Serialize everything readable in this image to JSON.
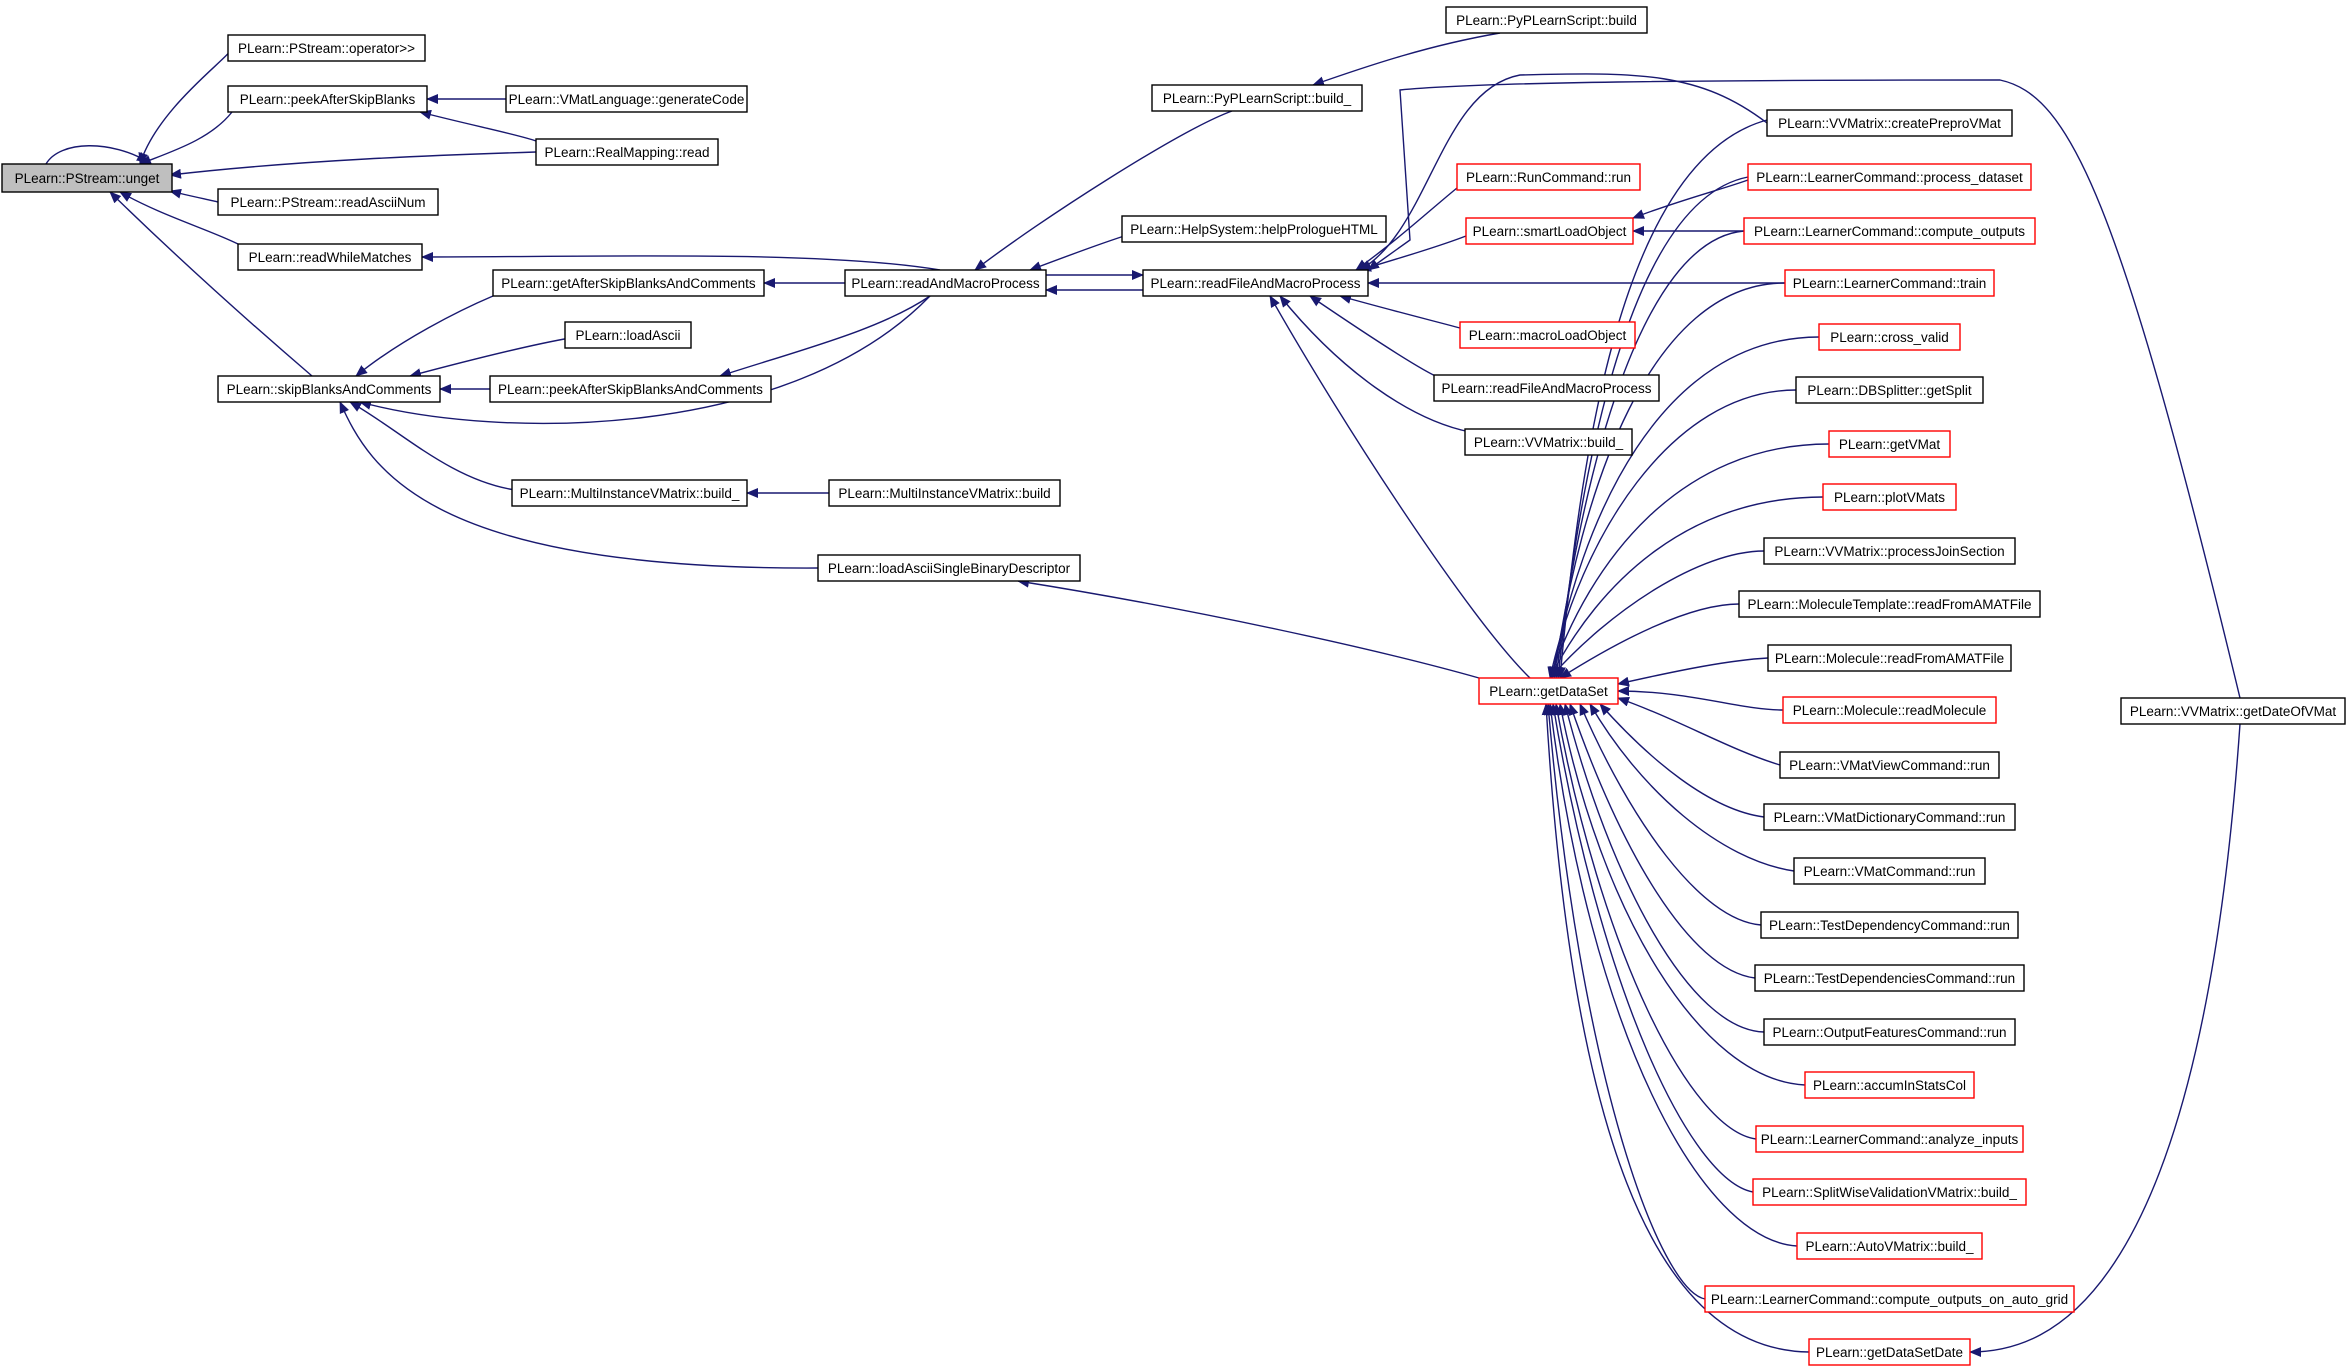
{
  "colors": {
    "edge": "#191970",
    "border": "#000000",
    "border_truncated": "#ff0000",
    "root_fill": "#bfbfbf",
    "background": "#ffffff"
  },
  "nodes": [
    {
      "id": "unget",
      "label": "PLearn::PStream::unget",
      "border": "black",
      "root": true
    },
    {
      "id": "opshift",
      "label": "PLearn::PStream::operator>>",
      "border": "black"
    },
    {
      "id": "peekASB",
      "label": "PLearn::peekAfterSkipBlanks",
      "border": "black"
    },
    {
      "id": "vmatlang",
      "label": "PLearn::VMatLanguage::generateCode",
      "border": "black"
    },
    {
      "id": "realmap",
      "label": "PLearn::RealMapping::read",
      "border": "black"
    },
    {
      "id": "readascii",
      "label": "PLearn::PStream::readAsciiNum",
      "border": "black"
    },
    {
      "id": "readwhile",
      "label": "PLearn::readWhileMatches",
      "border": "black"
    },
    {
      "id": "skipbc",
      "label": "PLearn::skipBlanksAndComments",
      "border": "black"
    },
    {
      "id": "getASBC",
      "label": "PLearn::getAfterSkipBlanksAndComments",
      "border": "black"
    },
    {
      "id": "loadascii",
      "label": "PLearn::loadAscii",
      "border": "black"
    },
    {
      "id": "peekASBC",
      "label": "PLearn::peekAfterSkipBlanksAndComments",
      "border": "black"
    },
    {
      "id": "mivbuild_",
      "label": "PLearn::MultiInstanceVMatrix::build_",
      "border": "black"
    },
    {
      "id": "mivbuild",
      "label": "PLearn::MultiInstanceVMatrix::build",
      "border": "black"
    },
    {
      "id": "loadbin",
      "label": "PLearn::loadAsciiSingleBinaryDescriptor",
      "border": "black"
    },
    {
      "id": "readmacro",
      "label": "PLearn::readAndMacroProcess",
      "border": "black"
    },
    {
      "id": "pyscript_",
      "label": "PLearn::PyPLearnScript::build_",
      "border": "black"
    },
    {
      "id": "pyscript",
      "label": "PLearn::PyPLearnScript::build",
      "border": "black"
    },
    {
      "id": "helpsys",
      "label": "PLearn::HelpSystem::helpPrologueHTML",
      "border": "black"
    },
    {
      "id": "readfilemacro",
      "label": "PLearn::readFileAndMacroProcess",
      "border": "black"
    },
    {
      "id": "runcmd",
      "label": "PLearn::RunCommand::run",
      "border": "red"
    },
    {
      "id": "smartload",
      "label": "PLearn::smartLoadObject",
      "border": "red"
    },
    {
      "id": "macroload",
      "label": "PLearn::macroLoadObject",
      "border": "red"
    },
    {
      "id": "readfilemacro2",
      "label": "PLearn::readFileAndMacroProcess",
      "border": "black"
    },
    {
      "id": "vvbuild_",
      "label": "PLearn::VVMatrix::build_",
      "border": "black"
    },
    {
      "id": "getdataset",
      "label": "PLearn::getDataSet",
      "border": "red"
    },
    {
      "id": "prepro",
      "label": "PLearn::VVMatrix::createPreproVMat",
      "border": "black"
    },
    {
      "id": "procdataset",
      "label": "PLearn::LearnerCommand::process_dataset",
      "border": "red"
    },
    {
      "id": "compout",
      "label": "PLearn::LearnerCommand::compute_outputs",
      "border": "red"
    },
    {
      "id": "train",
      "label": "PLearn::LearnerCommand::train",
      "border": "red"
    },
    {
      "id": "crossvalid",
      "label": "PLearn::cross_valid",
      "border": "red"
    },
    {
      "id": "dbsplit",
      "label": "PLearn::DBSplitter::getSplit",
      "border": "black"
    },
    {
      "id": "getvmat",
      "label": "PLearn::getVMat",
      "border": "red"
    },
    {
      "id": "plotvmats",
      "label": "PLearn::plotVMats",
      "border": "red"
    },
    {
      "id": "procjoin",
      "label": "PLearn::VVMatrix::processJoinSection",
      "border": "black"
    },
    {
      "id": "moltempl",
      "label": "PLearn::MoleculeTemplate::readFromAMATFile",
      "border": "black"
    },
    {
      "id": "molamat",
      "label": "PLearn::Molecule::readFromAMATFile",
      "border": "black"
    },
    {
      "id": "readmol",
      "label": "PLearn::Molecule::readMolecule",
      "border": "red"
    },
    {
      "id": "vmatview",
      "label": "PLearn::VMatViewCommand::run",
      "border": "black"
    },
    {
      "id": "vmatdict",
      "label": "PLearn::VMatDictionaryCommand::run",
      "border": "black"
    },
    {
      "id": "vmatcmd",
      "label": "PLearn::VMatCommand::run",
      "border": "black"
    },
    {
      "id": "testdep",
      "label": "PLearn::TestDependencyCommand::run",
      "border": "black"
    },
    {
      "id": "testdeps",
      "label": "PLearn::TestDependenciesCommand::run",
      "border": "black"
    },
    {
      "id": "outfeat",
      "label": "PLearn::OutputFeaturesCommand::run",
      "border": "black"
    },
    {
      "id": "accum",
      "label": "PLearn::accumInStatsCol",
      "border": "red"
    },
    {
      "id": "analyze",
      "label": "PLearn::LearnerCommand::analyze_inputs",
      "border": "red"
    },
    {
      "id": "splitwise",
      "label": "PLearn::SplitWiseValidationVMatrix::build_",
      "border": "red"
    },
    {
      "id": "autovm",
      "label": "PLearn::AutoVMatrix::build_",
      "border": "red"
    },
    {
      "id": "compgrid",
      "label": "PLearn::LearnerCommand::compute_outputs_on_auto_grid",
      "border": "red"
    },
    {
      "id": "getdsdate",
      "label": "PLearn::getDataSetDate",
      "border": "red"
    },
    {
      "id": "getdateof",
      "label": "PLearn::VVMatrix::getDateOfVMat",
      "border": "black"
    }
  ]
}
